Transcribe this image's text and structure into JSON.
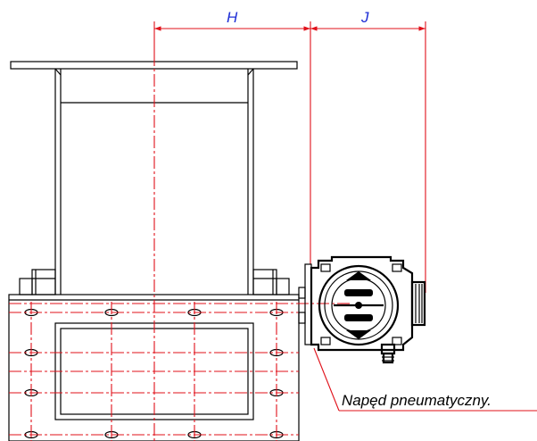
{
  "dimensions": {
    "h_label": "H",
    "j_label": "J"
  },
  "annotation": {
    "text": "Napęd pneumatyczny."
  },
  "colors": {
    "outline": "#000000",
    "centerline": "#e0101a",
    "dimension_text": "#1f2fd6"
  }
}
